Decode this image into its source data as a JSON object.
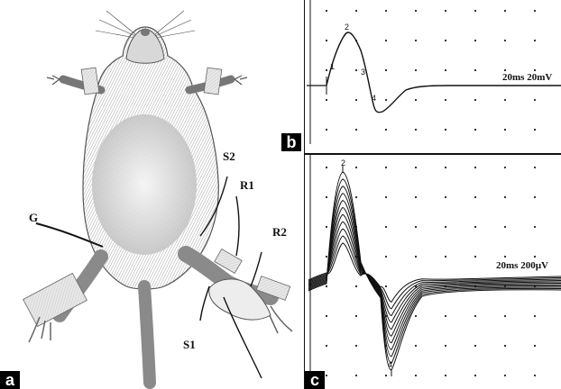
{
  "panels": {
    "a": {
      "letter": "a",
      "electrode_labels": {
        "s2": "S2",
        "r1": "R1",
        "r2": "R2",
        "g": "G",
        "s1": "S1"
      }
    },
    "b": {
      "letter": "b",
      "scale_label": "20ms 20mV",
      "point_labels": [
        "1",
        "2",
        "3",
        "4"
      ]
    },
    "c": {
      "letter": "c",
      "scale_label": "20ms 200µV",
      "point_labels": [
        "2",
        "4"
      ]
    }
  },
  "colors": {
    "ink": "#111111",
    "label_box": "#000000",
    "label_text": "#ffffff"
  }
}
